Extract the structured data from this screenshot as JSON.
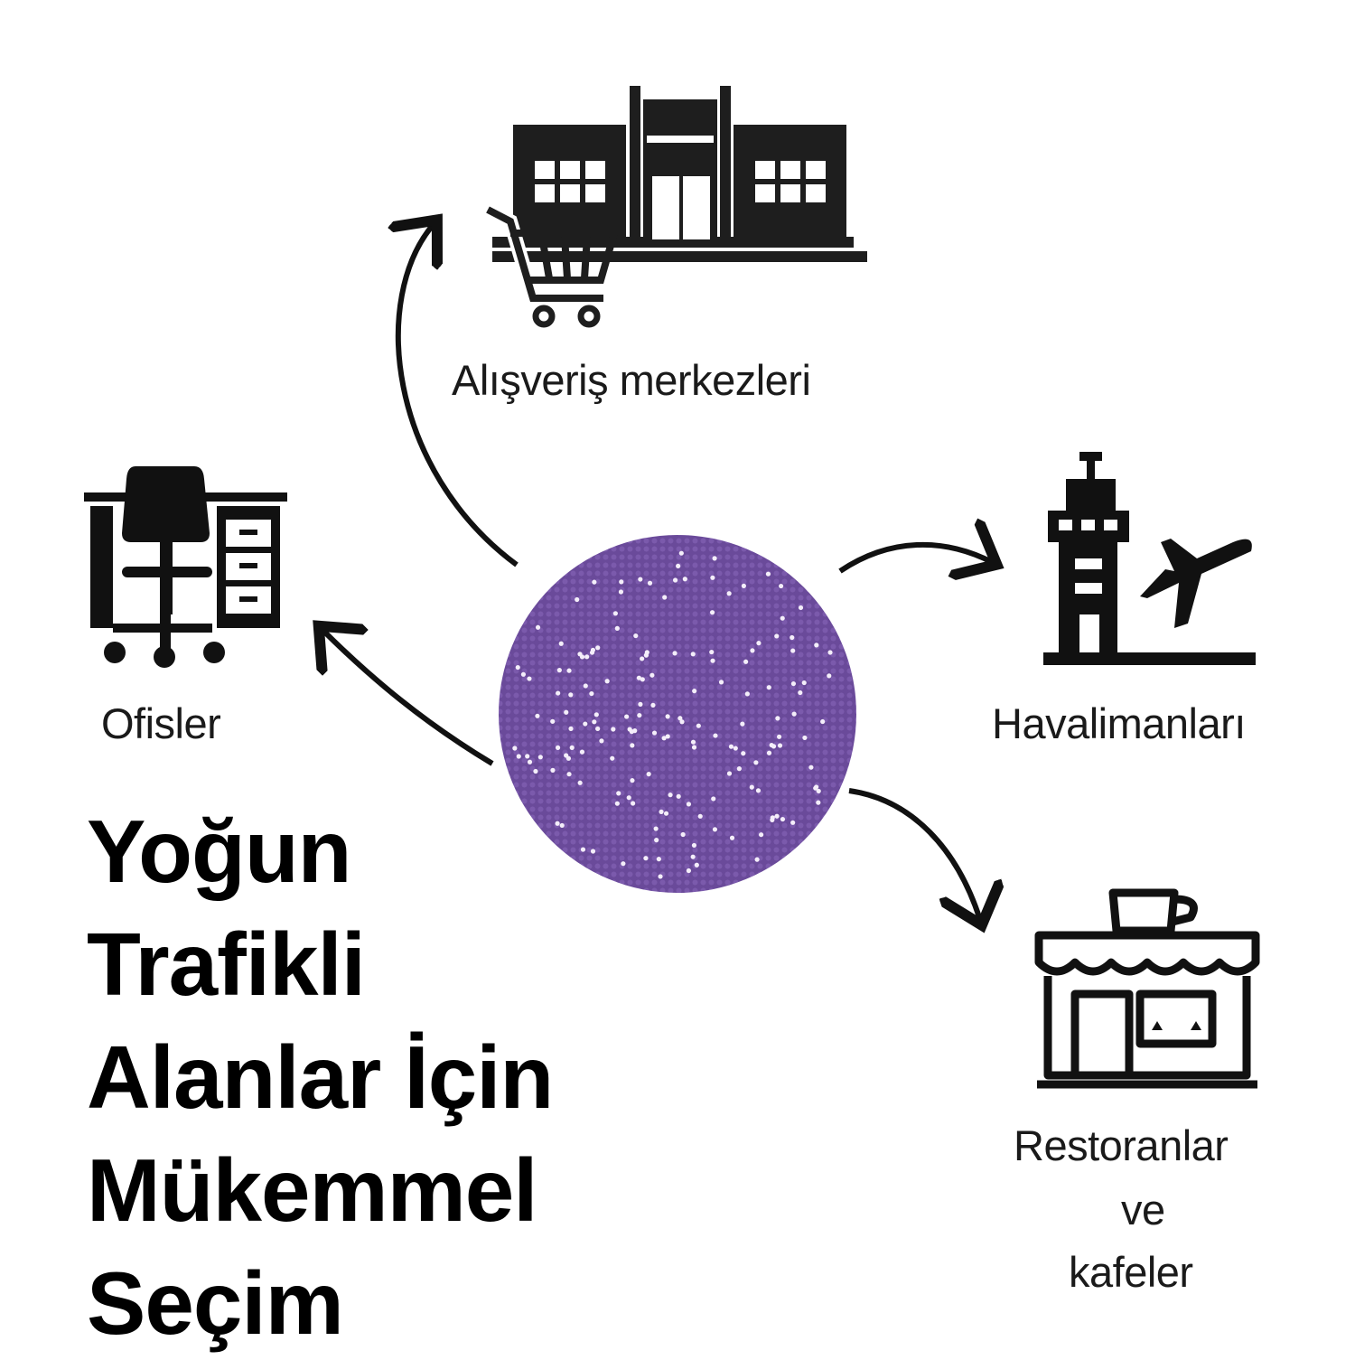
{
  "labels": {
    "mall": "Alışveriş merkezleri",
    "offices": "Ofisler",
    "airports": "Havalimanları",
    "restaurants": [
      "Restoranlar",
      "ve",
      "kafeler"
    ]
  },
  "title": [
    "Yoğun",
    "Trafikli",
    "Alanlar İçin",
    "Mükemmel",
    "Seçim"
  ],
  "colors": {
    "disc": "#6b4b9c",
    "ink": "#1a1a1a"
  },
  "icons": [
    "shopping-mall-icon",
    "office-desk-icon",
    "airport-icon",
    "cafe-icon",
    "purple-mat-disc"
  ]
}
